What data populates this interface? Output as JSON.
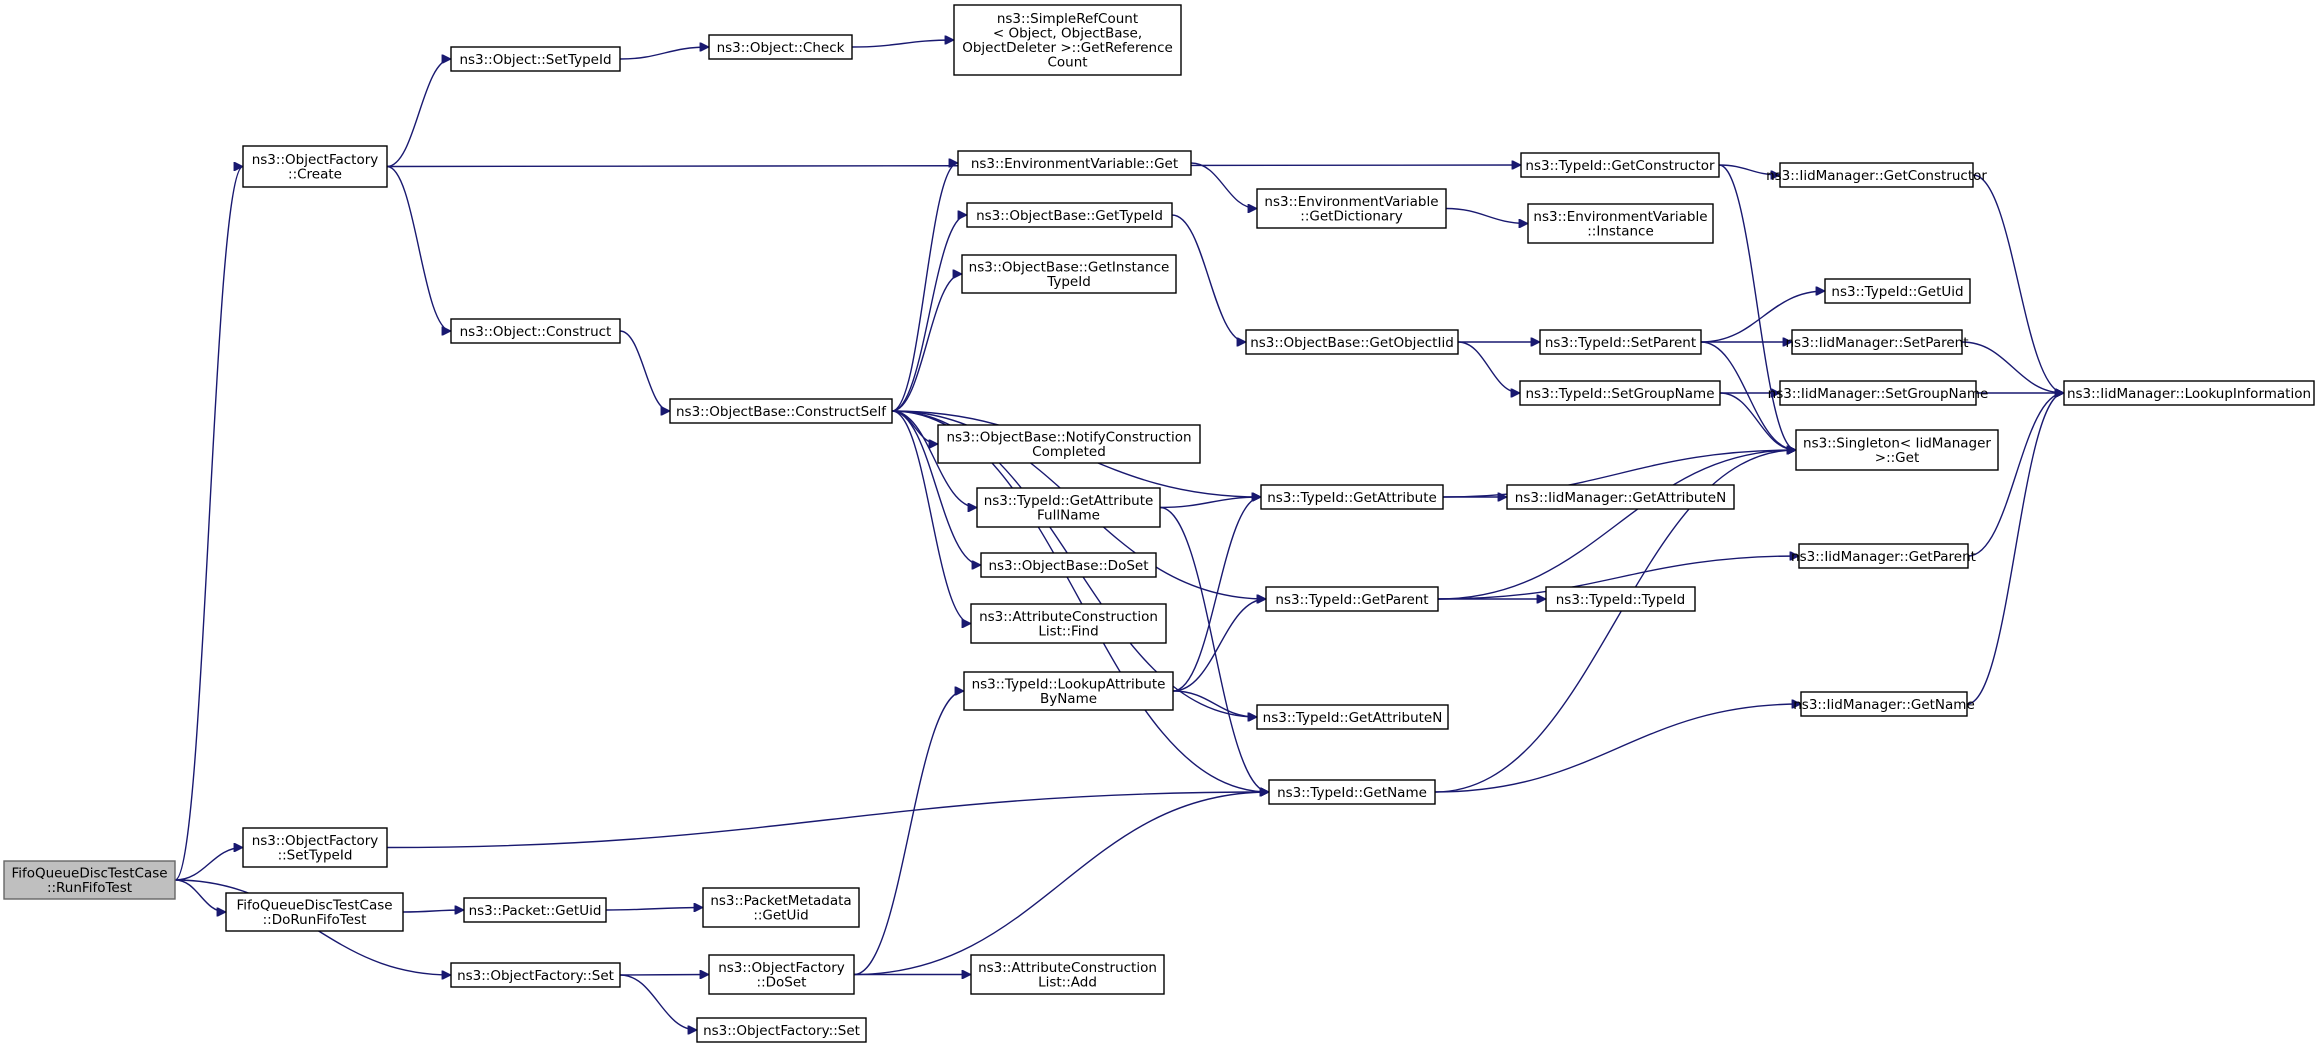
{
  "graph": {
    "colors": {
      "edge": "#191970",
      "root_fill": "#bfbfbf",
      "node_fill": "#ffffff",
      "root_border": "#666666",
      "node_border": "#000000"
    },
    "nodes": [
      {
        "id": "runfifo",
        "lines": [
          "FifoQueueDiscTestCase",
          "::RunFifoTest"
        ],
        "root": true
      },
      {
        "id": "of_create",
        "lines": [
          "ns3::ObjectFactory",
          "::Create"
        ]
      },
      {
        "id": "of_settypeid",
        "lines": [
          "ns3::ObjectFactory",
          "::SetTypeId"
        ]
      },
      {
        "id": "dorunfifo",
        "lines": [
          "FifoQueueDiscTestCase",
          "::DoRunFifoTest"
        ]
      },
      {
        "id": "of_set",
        "lines": [
          "ns3::ObjectFactory::Set"
        ]
      },
      {
        "id": "obj_settypeid",
        "lines": [
          "ns3::Object::SetTypeId"
        ]
      },
      {
        "id": "obj_construct",
        "lines": [
          "ns3::Object::Construct"
        ]
      },
      {
        "id": "pkt_getuid",
        "lines": [
          "ns3::Packet::GetUid"
        ]
      },
      {
        "id": "of_doset",
        "lines": [
          "ns3::ObjectFactory",
          "::DoSet"
        ]
      },
      {
        "id": "of_set2",
        "lines": [
          "ns3::ObjectFactory::Set"
        ]
      },
      {
        "id": "obj_check",
        "lines": [
          "ns3::Object::Check"
        ]
      },
      {
        "id": "ob_constructself",
        "lines": [
          "ns3::ObjectBase::ConstructSelf"
        ]
      },
      {
        "id": "pm_getuid",
        "lines": [
          "ns3::PacketMetadata",
          "::GetUid"
        ]
      },
      {
        "id": "srefcount",
        "lines": [
          "ns3::SimpleRefCount",
          "< Object, ObjectBase,",
          " ObjectDeleter >::GetReference",
          "Count"
        ]
      },
      {
        "id": "env_get",
        "lines": [
          "ns3::EnvironmentVariable::Get"
        ]
      },
      {
        "id": "ob_gettypeid",
        "lines": [
          "ns3::ObjectBase::GetTypeId"
        ]
      },
      {
        "id": "ob_getinstance",
        "lines": [
          "ns3::ObjectBase::GetInstance",
          "TypeId"
        ]
      },
      {
        "id": "ob_notify",
        "lines": [
          "ns3::ObjectBase::NotifyConstruction",
          "Completed"
        ]
      },
      {
        "id": "tid_getattrfull",
        "lines": [
          "ns3::TypeId::GetAttribute",
          "FullName"
        ]
      },
      {
        "id": "ob_doset",
        "lines": [
          "ns3::ObjectBase::DoSet"
        ]
      },
      {
        "id": "acl_find",
        "lines": [
          "ns3::AttributeConstruction",
          "List::Find"
        ]
      },
      {
        "id": "tid_lookupattr",
        "lines": [
          "ns3::TypeId::LookupAttribute",
          "ByName"
        ]
      },
      {
        "id": "acl_add",
        "lines": [
          "ns3::AttributeConstruction",
          "List::Add"
        ]
      },
      {
        "id": "env_getdict",
        "lines": [
          "ns3::EnvironmentVariable",
          "::GetDictionary"
        ]
      },
      {
        "id": "ob_getobjectiid",
        "lines": [
          "ns3::ObjectBase::GetObjectIid"
        ]
      },
      {
        "id": "tid_getattribute",
        "lines": [
          "ns3::TypeId::GetAttribute"
        ]
      },
      {
        "id": "tid_getparent",
        "lines": [
          "ns3::TypeId::GetParent"
        ]
      },
      {
        "id": "tid_getattrn",
        "lines": [
          "ns3::TypeId::GetAttributeN"
        ]
      },
      {
        "id": "tid_getname",
        "lines": [
          "ns3::TypeId::GetName"
        ]
      },
      {
        "id": "tid_getconstructor",
        "lines": [
          "ns3::TypeId::GetConstructor"
        ]
      },
      {
        "id": "env_instance",
        "lines": [
          "ns3::EnvironmentVariable",
          "::Instance"
        ]
      },
      {
        "id": "tid_setparent",
        "lines": [
          "ns3::TypeId::SetParent"
        ]
      },
      {
        "id": "tid_setgroupname",
        "lines": [
          "ns3::TypeId::SetGroupName"
        ]
      },
      {
        "id": "iid_getattrn",
        "lines": [
          "ns3::IidManager::GetAttributeN"
        ]
      },
      {
        "id": "tid_typeid",
        "lines": [
          "ns3::TypeId::TypeId"
        ]
      },
      {
        "id": "iid_getconstructor",
        "lines": [
          "ns3::IidManager::GetConstructor"
        ]
      },
      {
        "id": "tid_getuid",
        "lines": [
          "ns3::TypeId::GetUid"
        ]
      },
      {
        "id": "iid_setparent",
        "lines": [
          "ns3::IidManager::SetParent"
        ]
      },
      {
        "id": "iid_setgroupname",
        "lines": [
          "ns3::IidManager::SetGroupName"
        ]
      },
      {
        "id": "singleton_get",
        "lines": [
          "ns3::Singleton< IidManager",
          " >::Get"
        ]
      },
      {
        "id": "iid_getparent",
        "lines": [
          "ns3::IidManager::GetParent"
        ]
      },
      {
        "id": "iid_getname",
        "lines": [
          "ns3::IidManager::GetName"
        ]
      },
      {
        "id": "iid_lookupinfo",
        "lines": [
          "ns3::IidManager::LookupInformation"
        ]
      }
    ],
    "edges": [
      [
        "runfifo",
        "of_create"
      ],
      [
        "runfifo",
        "of_settypeid"
      ],
      [
        "runfifo",
        "dorunfifo"
      ],
      [
        "runfifo",
        "of_set"
      ],
      [
        "of_create",
        "obj_settypeid"
      ],
      [
        "of_create",
        "tid_getconstructor"
      ],
      [
        "of_create",
        "obj_construct"
      ],
      [
        "of_settypeid",
        "tid_getname"
      ],
      [
        "dorunfifo",
        "pkt_getuid"
      ],
      [
        "of_set",
        "of_doset"
      ],
      [
        "of_set",
        "of_set2"
      ],
      [
        "obj_settypeid",
        "obj_check"
      ],
      [
        "obj_check",
        "srefcount"
      ],
      [
        "obj_construct",
        "ob_constructself"
      ],
      [
        "pkt_getuid",
        "pm_getuid"
      ],
      [
        "of_doset",
        "tid_lookupattr"
      ],
      [
        "of_doset",
        "acl_add"
      ],
      [
        "of_doset",
        "tid_getname"
      ],
      [
        "ob_constructself",
        "env_get"
      ],
      [
        "ob_constructself",
        "ob_gettypeid"
      ],
      [
        "ob_constructself",
        "ob_getinstance"
      ],
      [
        "ob_constructself",
        "tid_getattribute"
      ],
      [
        "ob_constructself",
        "tid_getparent"
      ],
      [
        "ob_constructself",
        "ob_notify"
      ],
      [
        "ob_constructself",
        "tid_getattrfull"
      ],
      [
        "ob_constructself",
        "ob_doset"
      ],
      [
        "ob_constructself",
        "acl_find"
      ],
      [
        "ob_constructself",
        "tid_getattrn"
      ],
      [
        "ob_constructself",
        "tid_getname"
      ],
      [
        "env_get",
        "env_getdict"
      ],
      [
        "env_getdict",
        "env_instance"
      ],
      [
        "ob_gettypeid",
        "ob_getobjectiid"
      ],
      [
        "ob_getobjectiid",
        "tid_setparent"
      ],
      [
        "ob_getobjectiid",
        "tid_setgroupname"
      ],
      [
        "tid_getattrfull",
        "tid_getattribute"
      ],
      [
        "tid_getattrfull",
        "tid_getname"
      ],
      [
        "tid_lookupattr",
        "tid_getattribute"
      ],
      [
        "tid_lookupattr",
        "tid_getparent"
      ],
      [
        "tid_lookupattr",
        "tid_getattrn"
      ],
      [
        "tid_getconstructor",
        "iid_getconstructor"
      ],
      [
        "tid_getconstructor",
        "singleton_get"
      ],
      [
        "tid_setparent",
        "tid_getuid"
      ],
      [
        "tid_setparent",
        "iid_setparent"
      ],
      [
        "tid_setparent",
        "singleton_get"
      ],
      [
        "tid_setgroupname",
        "iid_setgroupname"
      ],
      [
        "tid_setgroupname",
        "singleton_get"
      ],
      [
        "tid_getattribute",
        "singleton_get"
      ],
      [
        "tid_getattribute",
        "iid_getattrn"
      ],
      [
        "tid_getparent",
        "tid_typeid"
      ],
      [
        "tid_getparent",
        "singleton_get"
      ],
      [
        "tid_getparent",
        "iid_getparent"
      ],
      [
        "tid_getname",
        "singleton_get"
      ],
      [
        "tid_getname",
        "iid_getname"
      ],
      [
        "iid_getconstructor",
        "iid_lookupinfo"
      ],
      [
        "iid_setparent",
        "iid_lookupinfo"
      ],
      [
        "iid_setgroupname",
        "iid_lookupinfo"
      ],
      [
        "iid_getparent",
        "iid_lookupinfo"
      ],
      [
        "iid_getname",
        "iid_lookupinfo"
      ]
    ]
  }
}
